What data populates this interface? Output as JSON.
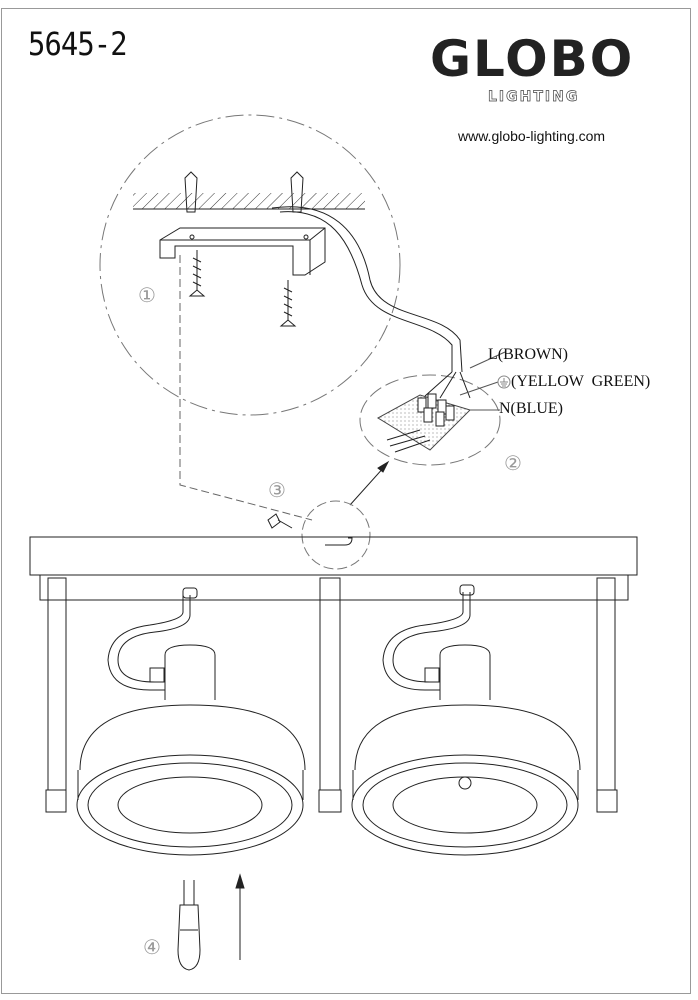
{
  "header": {
    "model_number": "5645-2",
    "brand": "GLOBO",
    "brand_sub": "LIGHTING",
    "website": "www.globo-lighting.com"
  },
  "wiring": {
    "live": "L(BROWN)",
    "earth": "(YELLOW  GREEN)",
    "neutral": "N(BLUE)"
  },
  "steps": [
    "1",
    "2",
    "3",
    "4"
  ]
}
